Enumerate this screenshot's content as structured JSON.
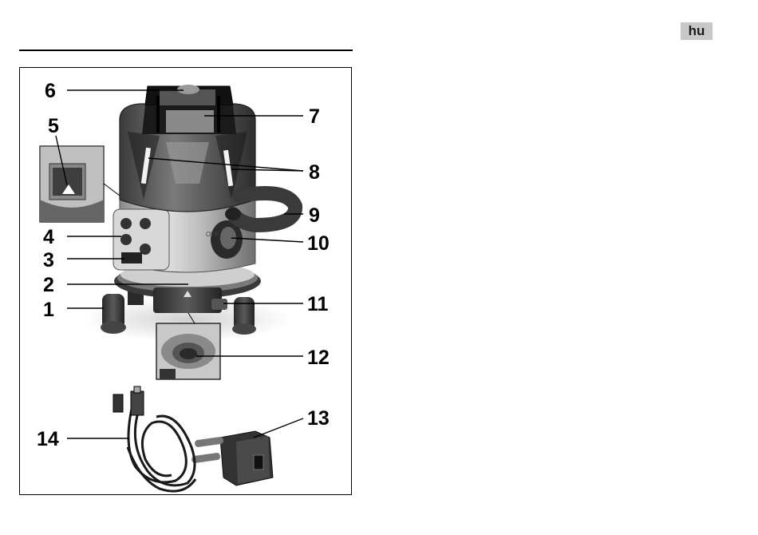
{
  "language_tag": "hu",
  "figure": {
    "callouts": [
      {
        "id": "c1",
        "label": "1"
      },
      {
        "id": "c2",
        "label": "2"
      },
      {
        "id": "c3",
        "label": "3"
      },
      {
        "id": "c4",
        "label": "4"
      },
      {
        "id": "c5",
        "label": "5"
      },
      {
        "id": "c6",
        "label": "6"
      },
      {
        "id": "c7",
        "label": "7"
      },
      {
        "id": "c8",
        "label": "8"
      },
      {
        "id": "c9",
        "label": "9"
      },
      {
        "id": "c10",
        "label": "10"
      },
      {
        "id": "c11",
        "label": "11"
      },
      {
        "id": "c12",
        "label": "12"
      },
      {
        "id": "c13",
        "label": "13"
      },
      {
        "id": "c14",
        "label": "14"
      }
    ],
    "switch_marking": "OFF"
  }
}
